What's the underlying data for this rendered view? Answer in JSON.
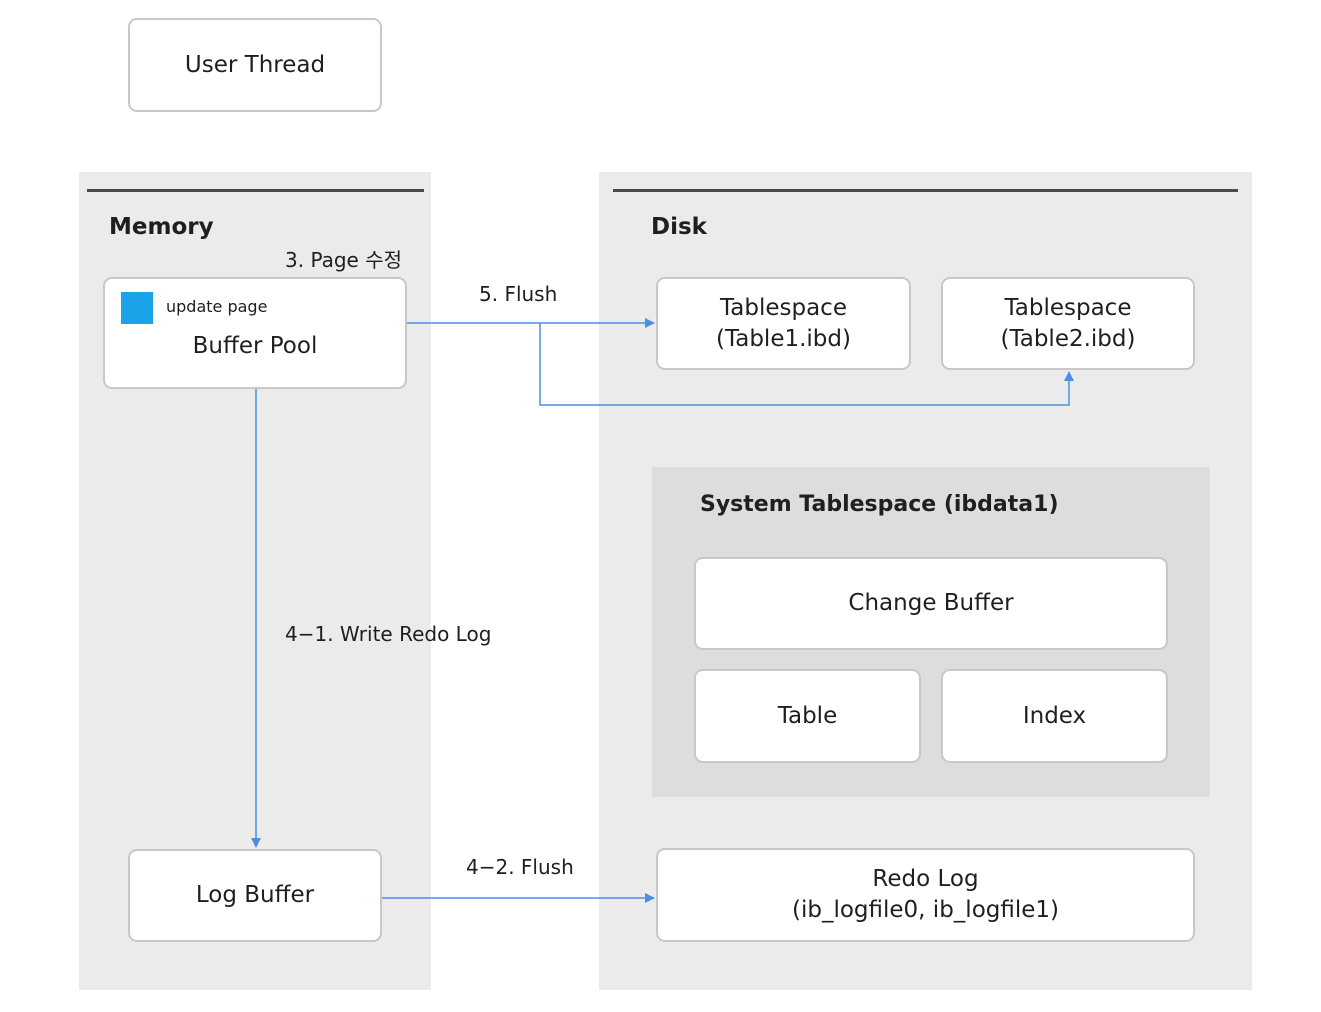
{
  "user_thread": {
    "label": "User Thread"
  },
  "memory": {
    "title": "Memory",
    "buffer_pool": {
      "label": "Buffer Pool",
      "page_label": "update page"
    },
    "log_buffer": {
      "label": "Log Buffer"
    }
  },
  "disk": {
    "title": "Disk",
    "tablespace1": {
      "line1": "Tablespace",
      "line2": "(Table1.ibd)"
    },
    "tablespace2": {
      "line1": "Tablespace",
      "line2": "(Table2.ibd)"
    },
    "system_tablespace": {
      "title": "System Tablespace (ibdata1)",
      "change_buffer": "Change Buffer",
      "table": "Table",
      "index": "Index"
    },
    "redo_log": {
      "line1": "Redo Log",
      "line2": "(ib_logfile0, ib_logfile1)"
    }
  },
  "annotations": {
    "page_modify": "3. Page 수정",
    "flush_tablespace": "5. Flush",
    "write_redo": "4−1. Write Redo Log",
    "flush_redo": "4−2. Flush"
  },
  "colors": {
    "arrow": "#4a90e2",
    "page_marker": "#1aa3e8",
    "panel": "#ebebeb",
    "system_panel": "#dddddd"
  }
}
